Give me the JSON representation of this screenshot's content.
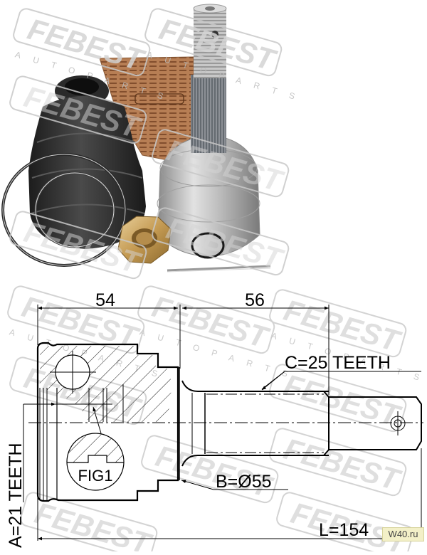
{
  "brand": {
    "watermark_text": "FEBEST",
    "watermark_subtext": "AUTO PARTS",
    "watermark_color": "#c8c8c8"
  },
  "photo": {
    "caption": "CV joint kit product photo",
    "items": [
      "boot",
      "grease-packet",
      "outer-cv-joint",
      "castle-nut",
      "clamps",
      "circlip",
      "cotter-pin"
    ],
    "grease_label": "FEBEST"
  },
  "drawing": {
    "dim_top_left": "54",
    "dim_top_right": "56",
    "label_c": "C=25 TEETH",
    "label_b": "B=Ø55",
    "label_a": "A=21 TEETH",
    "label_l": "L=154",
    "fig_label": "FIG1"
  },
  "site_badge": {
    "text": "W40.ru"
  }
}
